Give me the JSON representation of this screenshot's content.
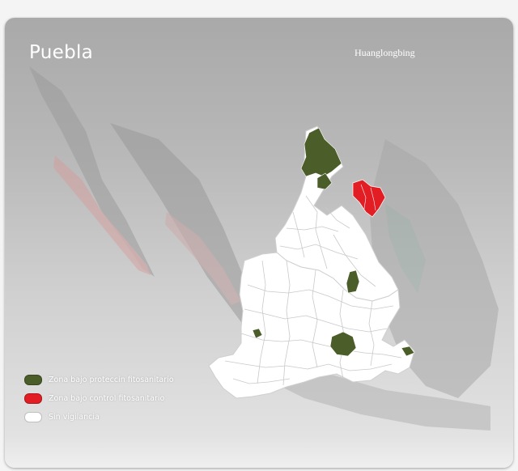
{
  "map": {
    "title": "Puebla",
    "subtitle": "Huanglongbing",
    "colors": {
      "protection": "#4b5e29",
      "control": "#e21e24",
      "none": "#ffffff",
      "background_top": "#a9a9a9",
      "background_bottom": "#e6e6e6"
    },
    "legend": [
      {
        "label": "Zona bajo proteccin fitosanitario",
        "color": "#4b5e29"
      },
      {
        "label": "Zona bajo control fitosanitario",
        "color": "#e21e24"
      },
      {
        "label": "Sin vigilancia",
        "color": "#ffffff"
      }
    ]
  }
}
